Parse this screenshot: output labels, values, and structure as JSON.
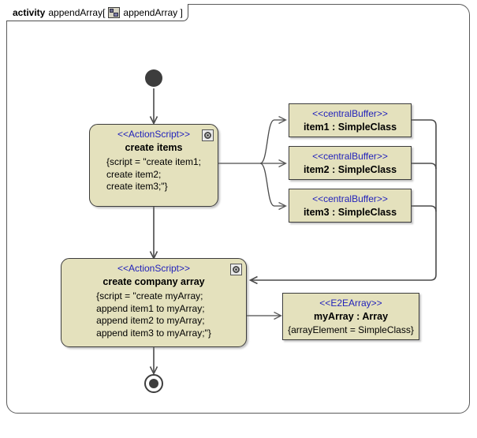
{
  "frame": {
    "keyword": "activity",
    "name": "appendArray[",
    "icon": "activity-diagram-icon",
    "inner_name": "appendArray ]"
  },
  "nodes": {
    "initial": {
      "name": "initial-node"
    },
    "final": {
      "name": "activity-final-node"
    },
    "create_items": {
      "stereotype": "<<ActionScript>>",
      "title": "create items",
      "body": [
        "{script = \"create item1;",
        "create item2;",
        "create item3;\"}"
      ],
      "icon": "behavior-gear-icon"
    },
    "create_company_array": {
      "stereotype": "<<ActionScript>>",
      "title": "create company array",
      "body": [
        "{script = \"create myArray;",
        "append item1 to myArray;",
        "append item2 to myArray;",
        "append item3 to myArray;\"}"
      ],
      "icon": "behavior-gear-icon"
    },
    "item1": {
      "stereotype": "<<centralBuffer>>",
      "title": "item1 : SimpleClass"
    },
    "item2": {
      "stereotype": "<<centralBuffer>>",
      "title": "item2 : SimpleClass"
    },
    "item3": {
      "stereotype": "<<centralBuffer>>",
      "title": "item3 : SimpleClass"
    },
    "my_array": {
      "stereotype": "<<E2EArray>>",
      "title": "myArray : Array",
      "body": "{arrayElement = SimpleClass}"
    }
  },
  "colors": {
    "node_fill": "#E4E1BD",
    "node_border": "#3C3C3C",
    "stereotype_text": "#2222BB",
    "edge": "#4A4A4A",
    "frame_border": "#5A5A5A",
    "background": "#FFFFFF"
  }
}
